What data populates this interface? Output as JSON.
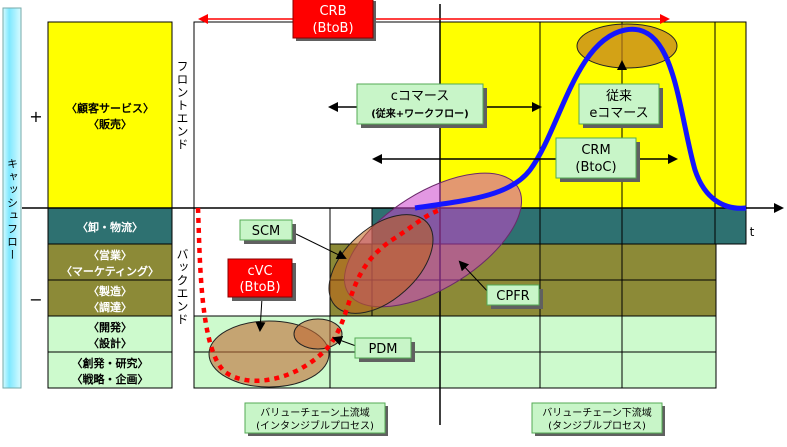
{
  "side_label": "キャッシュフロー",
  "plus_sign": "+",
  "minus_sign": "−",
  "front_label": "フロントエンド",
  "back_label": "バックエンド",
  "axis_t": "t",
  "rows": {
    "customer_service": [
      "〈顧客サービス〉",
      "〈販売〉"
    ],
    "wholesale": "〈卸・物流〉",
    "marketing": [
      "〈営業〉",
      "〈マーケティング〉"
    ],
    "procurement": [
      "〈製造〉",
      "〈調達〉"
    ],
    "development": [
      "〈開発〉",
      "〈設計〉"
    ],
    "research": [
      "〈創発・研究〉",
      "〈戦略・企画〉"
    ]
  },
  "callouts": {
    "crb": [
      "CRB",
      "(BtoB)"
    ],
    "ecommerce": [
      "cコマース",
      "(従来+ワークフロー)"
    ],
    "conventional_ec": [
      "従来",
      "eコマース"
    ],
    "crm": [
      "CRM",
      "(BtoC)"
    ],
    "scm": "SCM",
    "cvc": [
      "cVC",
      "(BtoB)"
    ],
    "cpfr": "CPFR",
    "pdm": "PDM"
  },
  "bottom_labels": {
    "upstream": [
      "バリューチェーン上流域",
      "(インタンジブルプロセス)"
    ],
    "downstream": [
      "バリューチェーン下流域",
      "(タンジブルプロセス)"
    ]
  },
  "colors": {
    "yellow": "#ffff00",
    "teal": "#2e7171",
    "olive": "#8c8a37",
    "light_green": "#cdfacd",
    "red": "#ff0000",
    "blue": "#1515ff",
    "callout_green": "#c8f5c8",
    "cyan_bar": "#7fe8ff"
  }
}
